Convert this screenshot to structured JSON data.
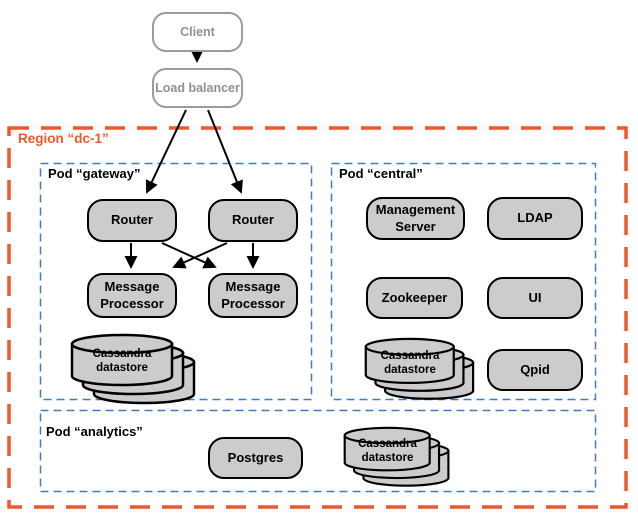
{
  "region": {
    "label": "Region “dc-1”",
    "border_color": "#F0582B"
  },
  "pods": {
    "gateway": {
      "label": "Pod “gateway”"
    },
    "central": {
      "label": "Pod “central”"
    },
    "analytics": {
      "label": "Pod “analytics”"
    }
  },
  "nodes": {
    "client": {
      "label": "Client"
    },
    "load_balancer": {
      "label": "Load balancer"
    },
    "router_1": {
      "label": "Router"
    },
    "router_2": {
      "label": "Router"
    },
    "message_processor_1": {
      "label": "Message Processor"
    },
    "message_processor_2": {
      "label": "Message Processor"
    },
    "management_server": {
      "label": "Management Server"
    },
    "ldap": {
      "label": "LDAP"
    },
    "zookeeper": {
      "label": "Zookeeper"
    },
    "ui": {
      "label": "UI"
    },
    "qpid": {
      "label": "Qpid"
    },
    "postgres": {
      "label": "Postgres"
    },
    "cassandra_gateway": {
      "label": "Cassandra datastore"
    },
    "cassandra_central": {
      "label": "Cassandra datastore"
    },
    "cassandra_analytics": {
      "label": "Cassandra datastore"
    }
  },
  "edges": [
    {
      "from": "Client",
      "to": "Load balancer"
    },
    {
      "from": "Load balancer",
      "to": "Router (left)"
    },
    {
      "from": "Load balancer",
      "to": "Router (right)"
    },
    {
      "from": "Router (left)",
      "to": "Message Processor (left)"
    },
    {
      "from": "Router (left)",
      "to": "Message Processor (right)"
    },
    {
      "from": "Router (right)",
      "to": "Message Processor (left)"
    },
    {
      "from": "Router (right)",
      "to": "Message Processor (right)"
    }
  ],
  "colors": {
    "region_border": "#F0582B",
    "pod_border": "#3D7EBF",
    "node_fill": "#CCCCCC",
    "node_border": "#000000",
    "external_border": "#9A9A9A",
    "external_text": "#909090",
    "arrow": "#000000"
  }
}
